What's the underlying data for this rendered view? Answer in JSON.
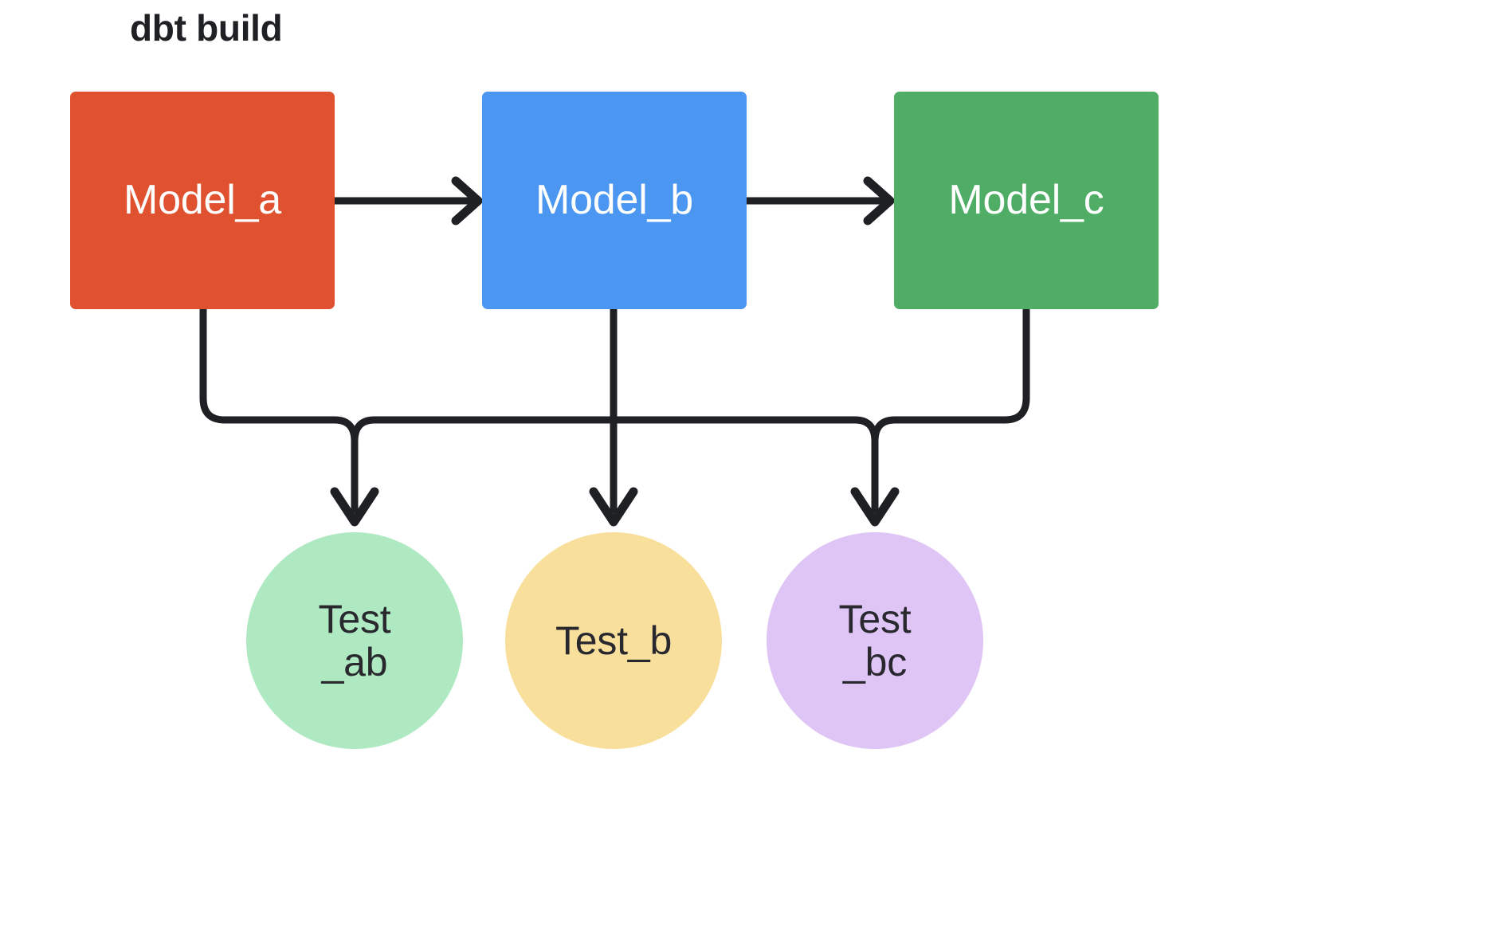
{
  "diagram": {
    "title": "dbt build",
    "background_color": "#ffffff",
    "edge_color": "#1f2023",
    "nodes": {
      "models": [
        {
          "id": "model_a",
          "label": "Model_a",
          "shape": "rounded-rect",
          "fill": "#E05130",
          "text_color": "#ffffff"
        },
        {
          "id": "model_b",
          "label": "Model_b",
          "shape": "rounded-rect",
          "fill": "#4A96F0",
          "text_color": "#ffffff"
        },
        {
          "id": "model_c",
          "label": "Model_c",
          "shape": "rounded-rect",
          "fill": "#4FAD66",
          "text_color": "#ffffff"
        }
      ],
      "tests": [
        {
          "id": "test_ab",
          "label": "Test\n_ab",
          "shape": "circle",
          "fill": "#AFE9C2",
          "text_color": "#28282e"
        },
        {
          "id": "test_b",
          "label": "Test_b",
          "shape": "circle",
          "fill": "#F8DF9B",
          "text_color": "#28282e"
        },
        {
          "id": "test_bc",
          "label": "Test\n_bc",
          "shape": "circle",
          "fill": "#DEC5F5",
          "text_color": "#28282e"
        }
      ]
    },
    "edges": [
      {
        "from": "model_a",
        "to": "model_b",
        "style": "straight-horizontal",
        "arrowhead": "open-chevron"
      },
      {
        "from": "model_b",
        "to": "model_c",
        "style": "straight-horizontal",
        "arrowhead": "open-chevron"
      },
      {
        "from": "model_a",
        "to": "test_ab",
        "style": "orthogonal-elbow",
        "arrowhead": "open-chevron"
      },
      {
        "from": "model_b",
        "to": "test_ab",
        "style": "orthogonal-elbow",
        "arrowhead": "open-chevron"
      },
      {
        "from": "model_b",
        "to": "test_b",
        "style": "straight-vertical",
        "arrowhead": "open-chevron"
      },
      {
        "from": "model_b",
        "to": "test_bc",
        "style": "orthogonal-elbow",
        "arrowhead": "open-chevron"
      },
      {
        "from": "model_c",
        "to": "test_bc",
        "style": "orthogonal-elbow",
        "arrowhead": "open-chevron"
      }
    ]
  }
}
